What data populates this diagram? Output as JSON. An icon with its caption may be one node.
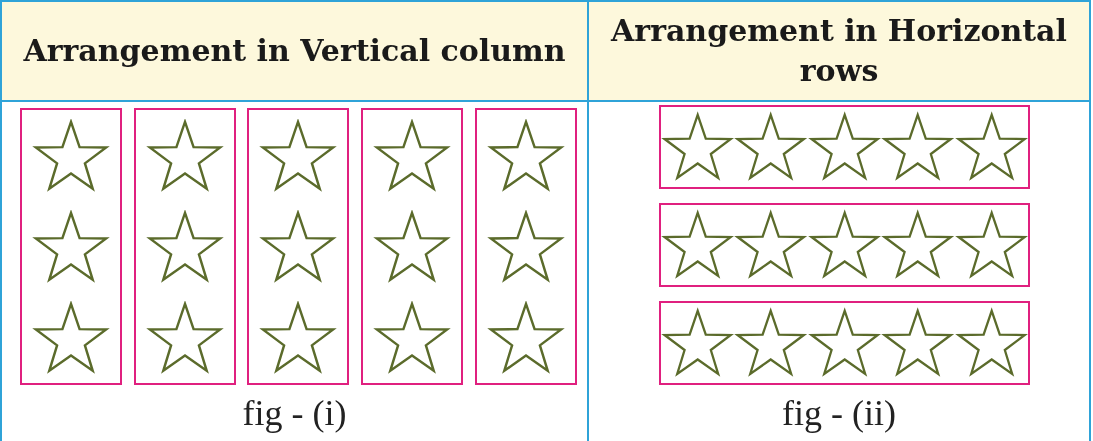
{
  "diagram": {
    "labels": [
      "Arrangement in Vertical column",
      "Arrangement in Horizontal rows",
      "fig - (i)",
      "fig - (ii)"
    ]
  }
}
